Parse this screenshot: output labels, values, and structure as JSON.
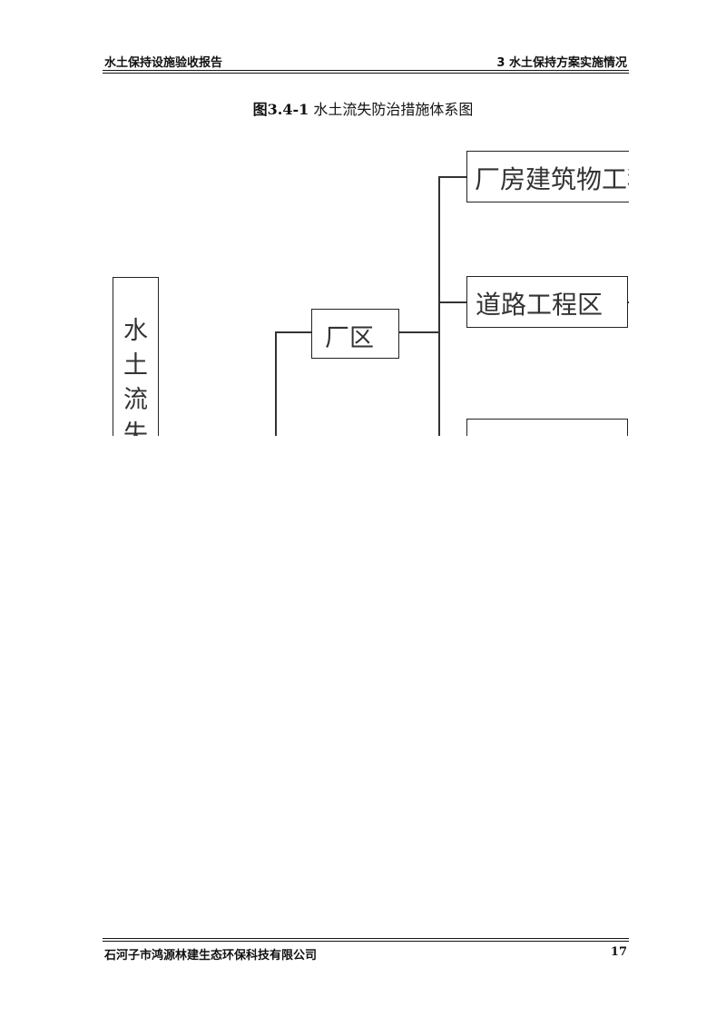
{
  "header": {
    "left_text": "水土保持设施验收报告",
    "right_text": "3 水土保持方案实施情况"
  },
  "figure": {
    "number": "图3.4-1",
    "caption": "水土流失防治措施体系图"
  },
  "diagram": {
    "root_label": "水土流失",
    "plant_label": "厂区",
    "building_label": "厂房建筑物工程",
    "road_label": "道路工程区"
  },
  "footer": {
    "company": "石河子市鸿源林建生态环保科技有限公司",
    "page_number": "17"
  }
}
